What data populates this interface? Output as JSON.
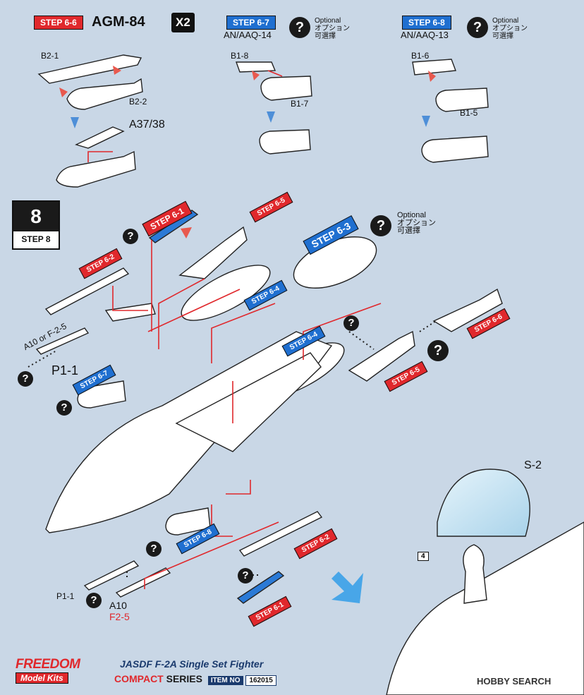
{
  "steps": {
    "s66": "STEP 6-6",
    "s67": "STEP 6-7",
    "s68": "STEP 6-8",
    "s61": "STEP 6-1",
    "s62": "STEP 6-2",
    "s65": "STEP 6-5",
    "s63": "STEP 6-3",
    "s64": "STEP 6-4",
    "s66b": "STEP 6-6",
    "s8": "STEP 8",
    "num8": "8"
  },
  "top": {
    "agm": "AGM-84",
    "x2": "X2",
    "aaq14": "AN/AAQ-14",
    "aaq13": "AN/AAQ-13",
    "b21": "B2-1",
    "b22": "B2-2",
    "a3738": "A37/38",
    "b18": "B1-8",
    "b17": "B1-7",
    "b16": "B1-6",
    "b15": "B1-5"
  },
  "optional": {
    "en": "Optional",
    "jp": "オプション",
    "cn": "可選擇"
  },
  "parts": {
    "a10f25": "A10 or F-2-5",
    "p11": "P1-1",
    "p11b": "P1-1",
    "a10": "A10",
    "f25": "F2-5",
    "s2": "S-2",
    "four": "4"
  },
  "footer": {
    "brand": "FREEDOM",
    "brand_sub": "Model Kits",
    "title": "JASDF F-2A Single Set Fighter",
    "series_a": "COMPACT",
    "series_b": "SERIES",
    "item_label": "ITEM NO",
    "item_no": "162015",
    "watermark": "HOBBY SEARCH"
  },
  "q": "?",
  "colors": {
    "red": "#e0282c",
    "blue": "#1f6fd0",
    "bg": "#c9d7e6"
  }
}
